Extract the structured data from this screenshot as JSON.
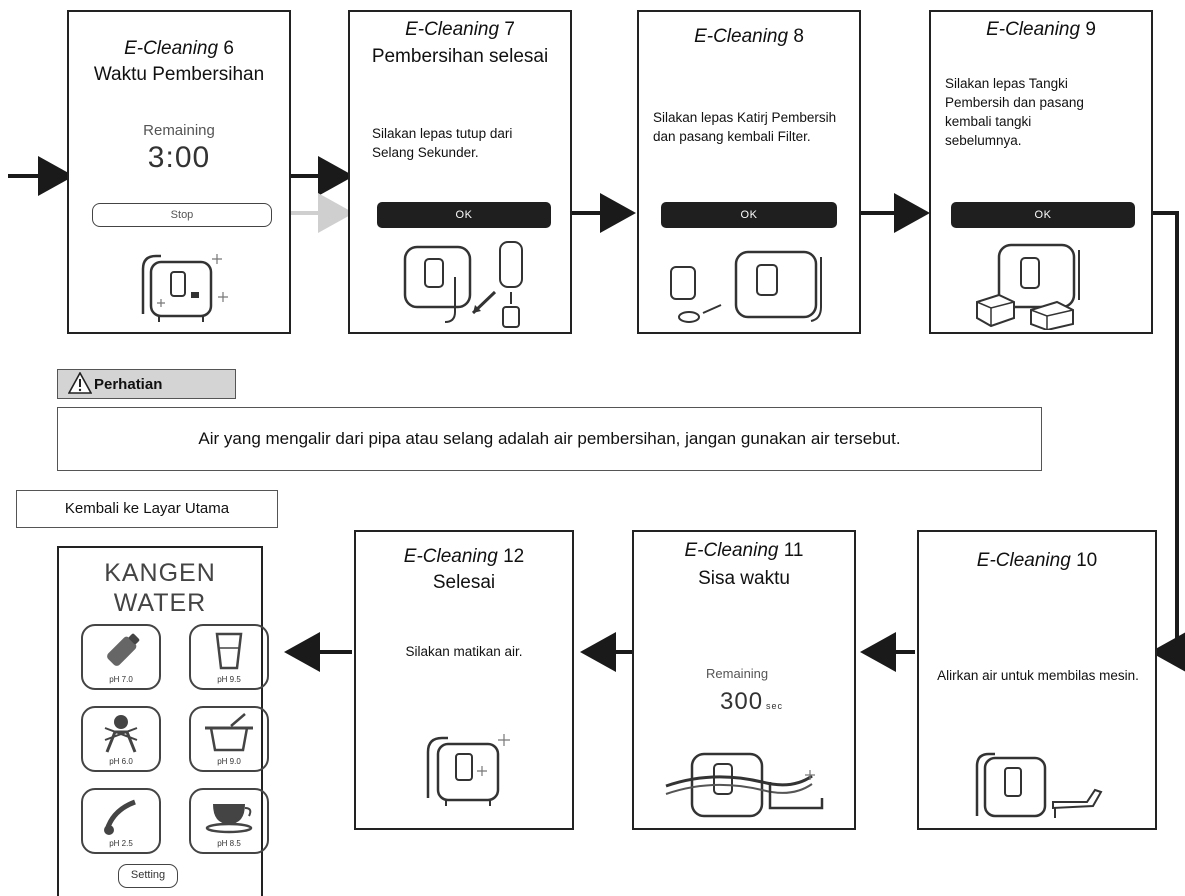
{
  "panels": {
    "p6": {
      "title_italic": "E-Cleaning",
      "title_num": "6",
      "subtitle": "Waktu Pembersihan",
      "remaining_label": "Remaining",
      "remaining_value": "3:00",
      "stop_label": "Stop"
    },
    "p7": {
      "title_italic": "E-Cleaning",
      "title_num": "7",
      "subtitle": "Pembersihan  selesai",
      "message": "Silakan lepas tutup dari Selang Sekunder.",
      "ok_label": "OK"
    },
    "p8": {
      "title_italic": "E-Cleaning",
      "title_num": "8",
      "message": "Silakan lepas Katirj Pembersih dan pasang kembali Filter.",
      "ok_label": "OK"
    },
    "p9": {
      "title_italic": "E-Cleaning",
      "title_num": "9",
      "message": "Silakan lepas Tangki Pembersih dan pasang kembali tangki sebelumnya.",
      "ok_label": "OK"
    },
    "p10": {
      "title_italic": "E-Cleaning",
      "title_num": "10",
      "message": "Alirkan air untuk membilas mesin."
    },
    "p11": {
      "title_italic": "E-Cleaning",
      "title_num": "11",
      "subtitle": "Sisa waktu",
      "remaining_label": "Remaining",
      "remaining_value": "300",
      "remaining_unit": "sec"
    },
    "p12": {
      "title_italic": "E-Cleaning",
      "title_num": "12",
      "subtitle": "Selesai",
      "message": "Silakan matikan air."
    }
  },
  "warning": {
    "label": "Perhatian",
    "text": "Air yang mengalir dari pipa atau selang adalah air pembersihan, jangan gunakan air tersebut."
  },
  "back_label": "Kembali ke Layar Utama",
  "home": {
    "title_line1": "KANGEN",
    "title_line2": "WATER",
    "buttons": [
      {
        "icon": "baby-bottle-icon",
        "ph": "pH 7.0"
      },
      {
        "icon": "glass-icon",
        "ph": "pH 9.5"
      },
      {
        "icon": "cleaning-icon",
        "ph": "pH 6.0"
      },
      {
        "icon": "cooking-pot-icon",
        "ph": "pH 9.0"
      },
      {
        "icon": "beauty-icon",
        "ph": "pH 2.5"
      },
      {
        "icon": "tea-cup-icon",
        "ph": "pH 8.5"
      }
    ],
    "setting_label": "Setting"
  }
}
